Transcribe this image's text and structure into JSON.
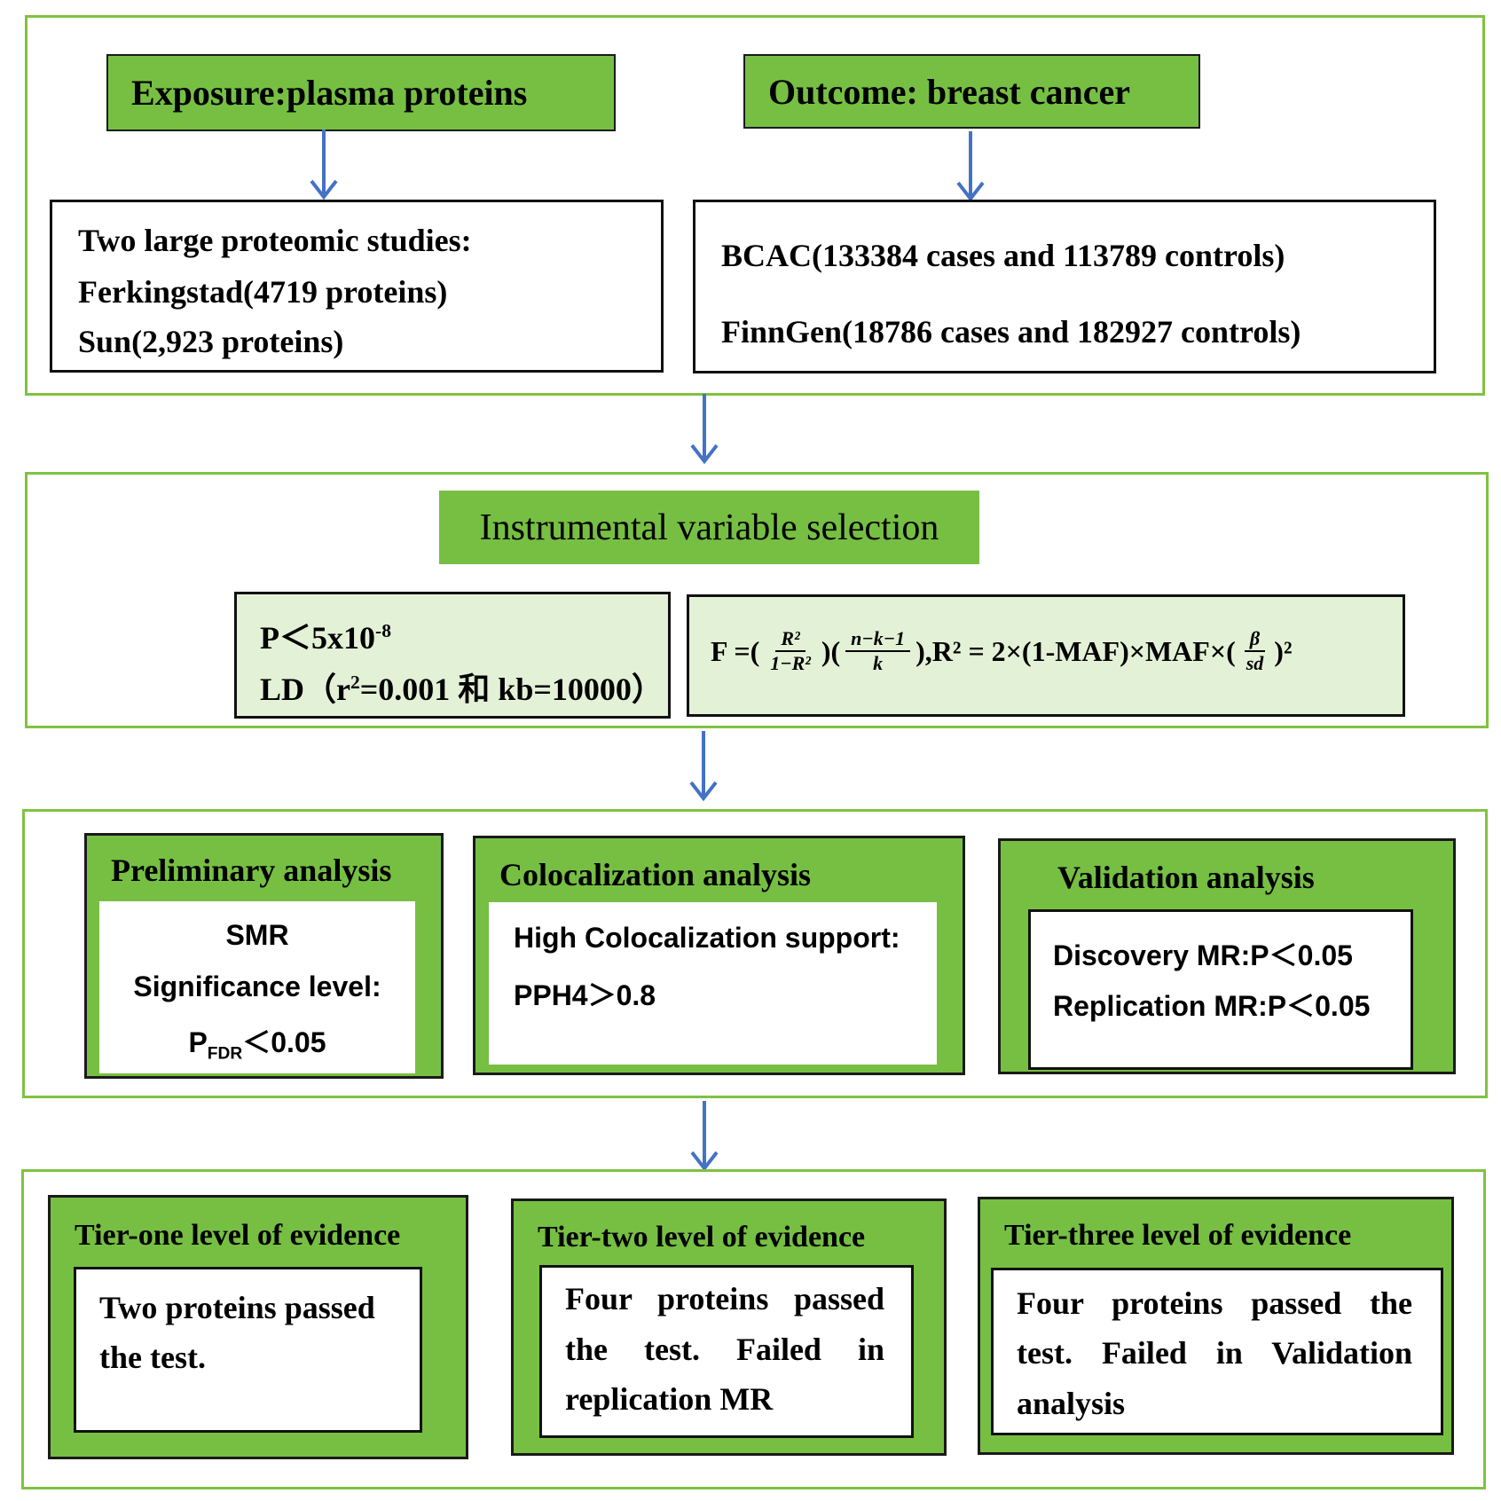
{
  "colors": {
    "green_fill": "#76bf43",
    "section_border": "#7fc241",
    "arrow": "#4472c4",
    "light_green": "#e3f1d7"
  },
  "exposure": {
    "header": "Exposure:plasma proteins",
    "lines": [
      "Two large proteomic studies:",
      "Ferkingstad(4719 proteins)",
      "Sun(2,923 proteins)"
    ]
  },
  "outcome": {
    "header": "Outcome: breast cancer",
    "lines": [
      "BCAC(133384 cases and 113789 controls)",
      "FinnGen(18786 cases and 182927 controls)"
    ]
  },
  "iv": {
    "header": "Instrumental variable selection",
    "p_line": {
      "prefix": "P＜5x10",
      "sup": "-8"
    },
    "ld_line": {
      "prefix": "LD（r",
      "sup": "2",
      "suffix": "=0.001 和 kb=10000）"
    },
    "formula": {
      "f_eq": "F =(",
      "frac1_num": "R²",
      "frac1_den": "1−R²",
      "mid": ")(",
      "frac2_num": "n−k−1",
      "frac2_den": "k",
      "r2_part": "),R² = 2×(1-MAF)×MAF×(",
      "frac3_num": "β",
      "frac3_den": "sd",
      "end": ")²"
    }
  },
  "analysis": {
    "preliminary": {
      "title": "Preliminary analysis",
      "lines": [
        "SMR",
        "Significance level:"
      ],
      "pfdr": {
        "p": "P",
        "sub": "FDR",
        "rest": "＜0.05"
      }
    },
    "colocalization": {
      "title": "Colocalization analysis",
      "lines": [
        "High Colocalization support:",
        "PPH4＞0.8"
      ]
    },
    "validation": {
      "title": "Validation analysis",
      "lines": [
        "Discovery MR:P＜0.05",
        "Replication MR:P＜0.05"
      ]
    }
  },
  "tiers": {
    "one": {
      "title": "Tier-one level of evidence",
      "lines": [
        "Two proteins passed",
        "the test."
      ]
    },
    "two": {
      "title": "Tier-two level of evidence",
      "lines": [
        "Four proteins passed",
        "the test. Failed in",
        "replication MR"
      ]
    },
    "three": {
      "title": "Tier-three level of evidence",
      "lines": [
        "Four proteins passed the",
        "test. Failed in Validation",
        "analysis"
      ]
    }
  }
}
